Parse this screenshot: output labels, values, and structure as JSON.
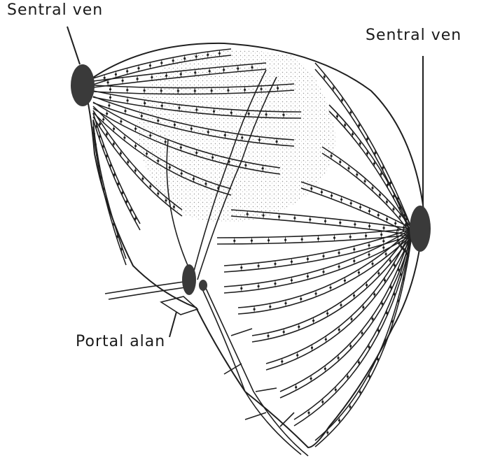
{
  "labels": {
    "central_vein_left": "Sentral ven",
    "central_vein_right": "Sentral ven",
    "portal_area": "Portal alan"
  },
  "colors": {
    "background": "#ffffff",
    "ink": "#1f1f1f",
    "vein_fill": "#3a3a3a",
    "stipple": "#8a8a8a"
  }
}
